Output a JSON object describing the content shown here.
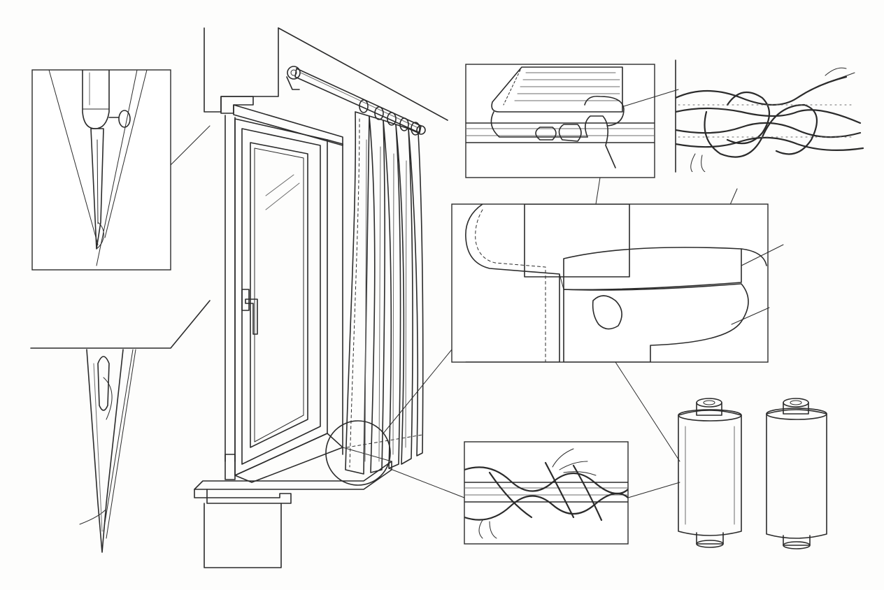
{
  "figure": {
    "kind": "technical sketch",
    "palette": {
      "ink": "#2b2b2b",
      "paper": "#fdfdfc",
      "shade": "#6b6b6b"
    },
    "parts": [
      "window-frame",
      "curtain-rod",
      "curtain",
      "needle-detail",
      "needle-eye",
      "hem-stitch-detail",
      "rope-knot-detail",
      "fabric-cross-section",
      "twisted-cord-detail",
      "thread-spool-light",
      "thread-spool-dark"
    ]
  }
}
